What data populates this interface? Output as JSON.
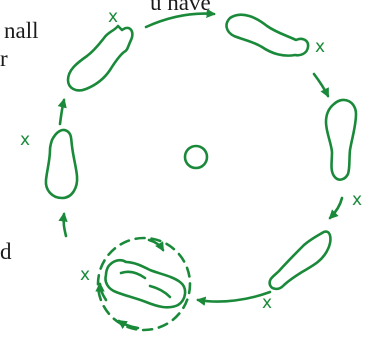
{
  "text_fragments": [
    "u have",
    "nall",
    "r",
    "d"
  ],
  "x_marks": [
    "x",
    "x",
    "x",
    "x",
    "x",
    "x"
  ],
  "colors": {
    "ink": "#1a8a3a",
    "text": "#1b1b1b",
    "background": "#ffffff"
  }
}
